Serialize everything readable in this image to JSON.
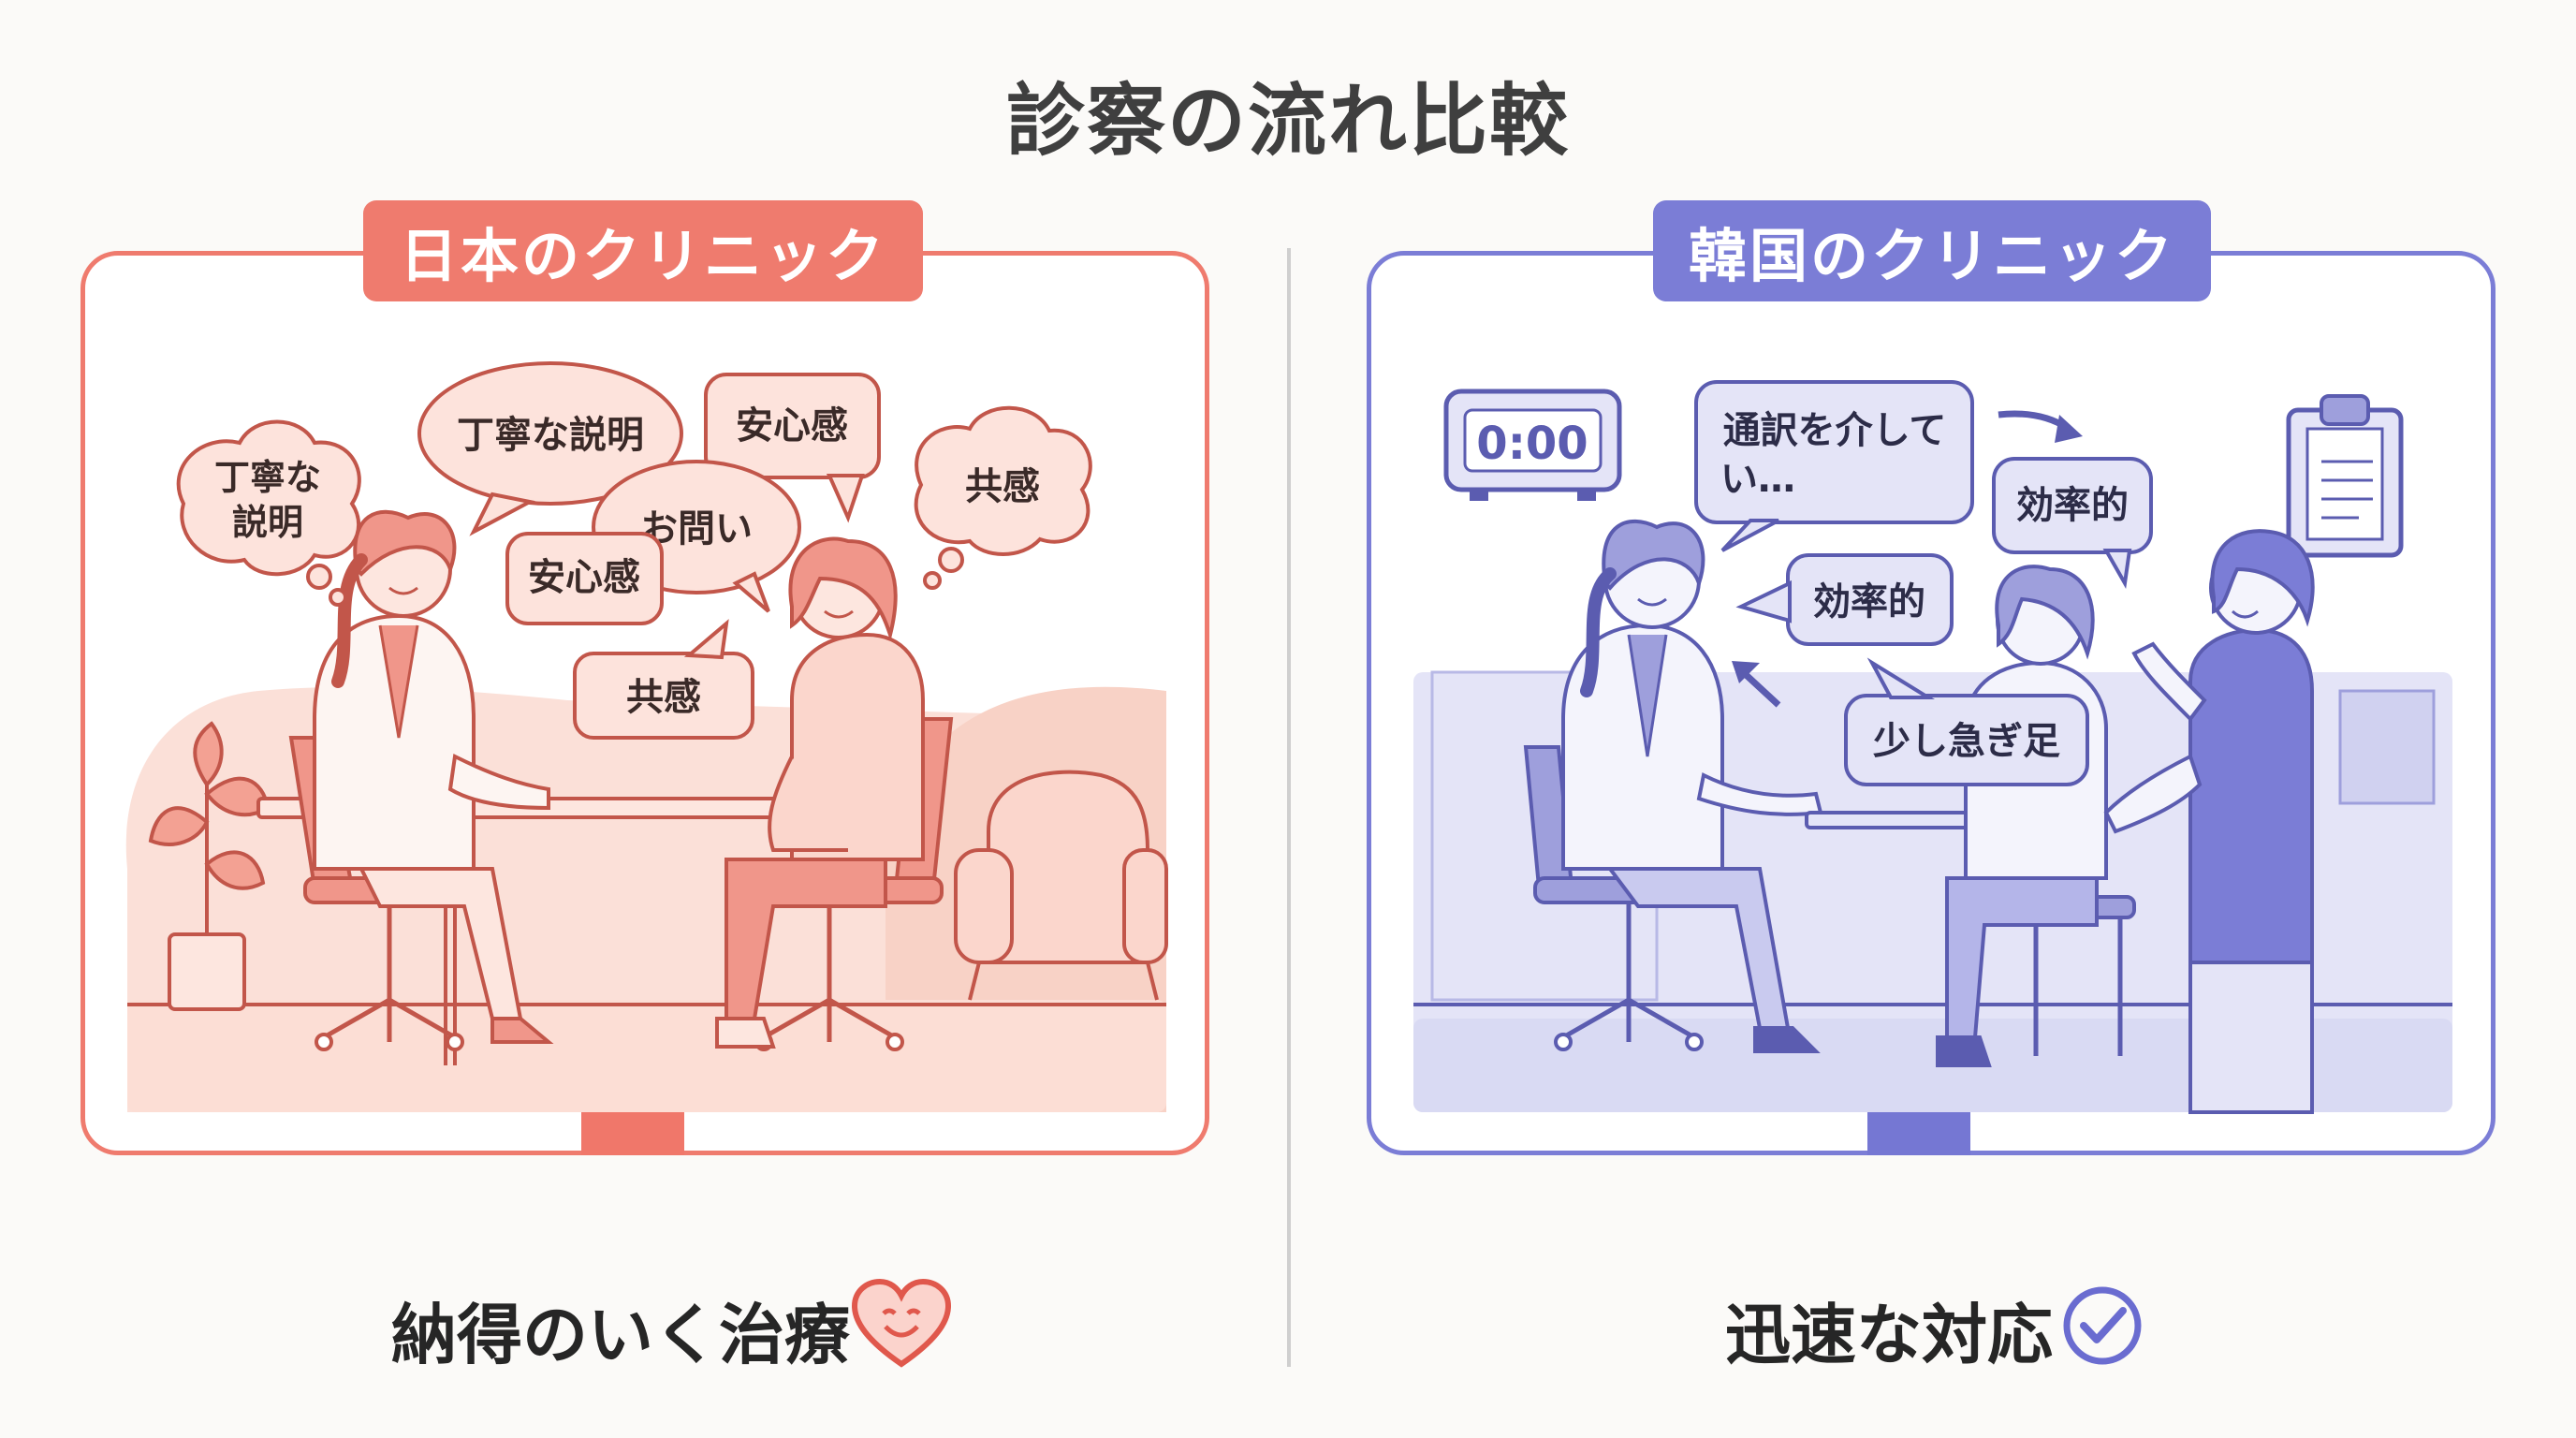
{
  "title": "診察の流れ比較",
  "left": {
    "label": "日本のクリニック",
    "accent": "#ef7b6e",
    "bubbles": {
      "thought_left_1": "丁寧な",
      "thought_left_2": "説明",
      "b1": "丁寧な説明",
      "b2": "安心感",
      "b3": "お問い",
      "b4": "安心感",
      "b5": "共感",
      "thought_right": "共感"
    },
    "outcome": "納得のいく治療",
    "outcome_icon": "heart-smile-icon"
  },
  "right": {
    "label": "韓国のクリニック",
    "accent": "#7b7dd6",
    "clock": "0:00",
    "bubbles": {
      "b1_line1": "通訳を介して",
      "b1_line2": "い…",
      "b2": "効率的",
      "b3": "効率的",
      "b4": "少し急ぎ足"
    },
    "outcome": "迅速な対応",
    "outcome_icon": "check-circle-icon"
  }
}
